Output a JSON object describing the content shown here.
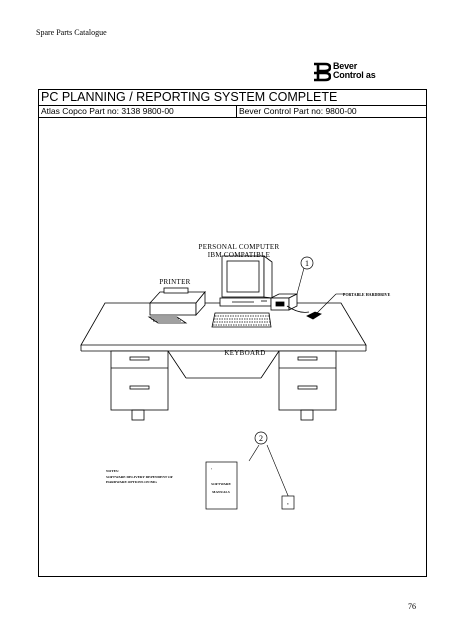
{
  "header": {
    "catalogue_label": "Spare Parts Catalogue"
  },
  "logo": {
    "line1": "Bever",
    "line2": "Control as"
  },
  "document": {
    "title": "PC PLANNING / REPORTING SYSTEM COMPLETE",
    "atlas_part": "Atlas Copco Part no: 3138 9800-00",
    "bever_part": "Bever Control Part no: 9800-00"
  },
  "drawing": {
    "label_pc_line1": "PERSONAL COMPUTER",
    "label_pc_line2": "IBM COMPATIBLE",
    "label_printer": "PRINTER",
    "label_keyboard": "KEYBOARD",
    "label_portable": "PORTABLE HARDDRIVE",
    "callout_1": "1",
    "callout_2": "2",
    "note_title": "NOTES:",
    "note_line1": "SOFTWARE DELIVERY DEPENDENT OF",
    "note_line2": "HARDWARE OPTIONS ON BIG",
    "manual_line1": "SOFTWARE",
    "manual_line2": "MANUALS"
  },
  "footer": {
    "page_number": "76"
  }
}
